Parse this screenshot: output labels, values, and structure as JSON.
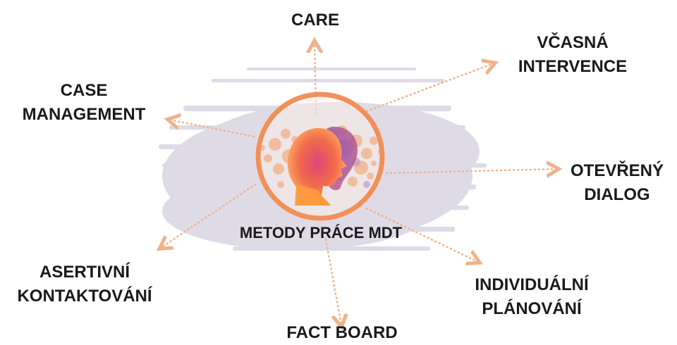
{
  "center": {
    "title": "METODY PRÁCE MDT"
  },
  "methods": [
    {
      "id": "care",
      "lines": [
        "CARE"
      ]
    },
    {
      "id": "vcasna",
      "lines": [
        "VČASNÁ",
        "INTERVENCE"
      ]
    },
    {
      "id": "otevreny",
      "lines": [
        "OTEVŘENÝ",
        "DIALOG"
      ]
    },
    {
      "id": "individualni",
      "lines": [
        "INDIVIDUÁLNÍ",
        "PLÁNOVÁNÍ"
      ]
    },
    {
      "id": "fact",
      "lines": [
        "FACT BOARD"
      ]
    },
    {
      "id": "asertivni",
      "lines": [
        "ASERTIVNÍ",
        "KONTAKTOVÁNÍ"
      ]
    },
    {
      "id": "case",
      "lines": [
        "CASE",
        "MANAGEMENT"
      ]
    }
  ],
  "colors": {
    "arrow": "#f0b18c",
    "ring": "#f0905a",
    "backdrop": "#d9d4e2",
    "text": "#1a1a1a"
  }
}
